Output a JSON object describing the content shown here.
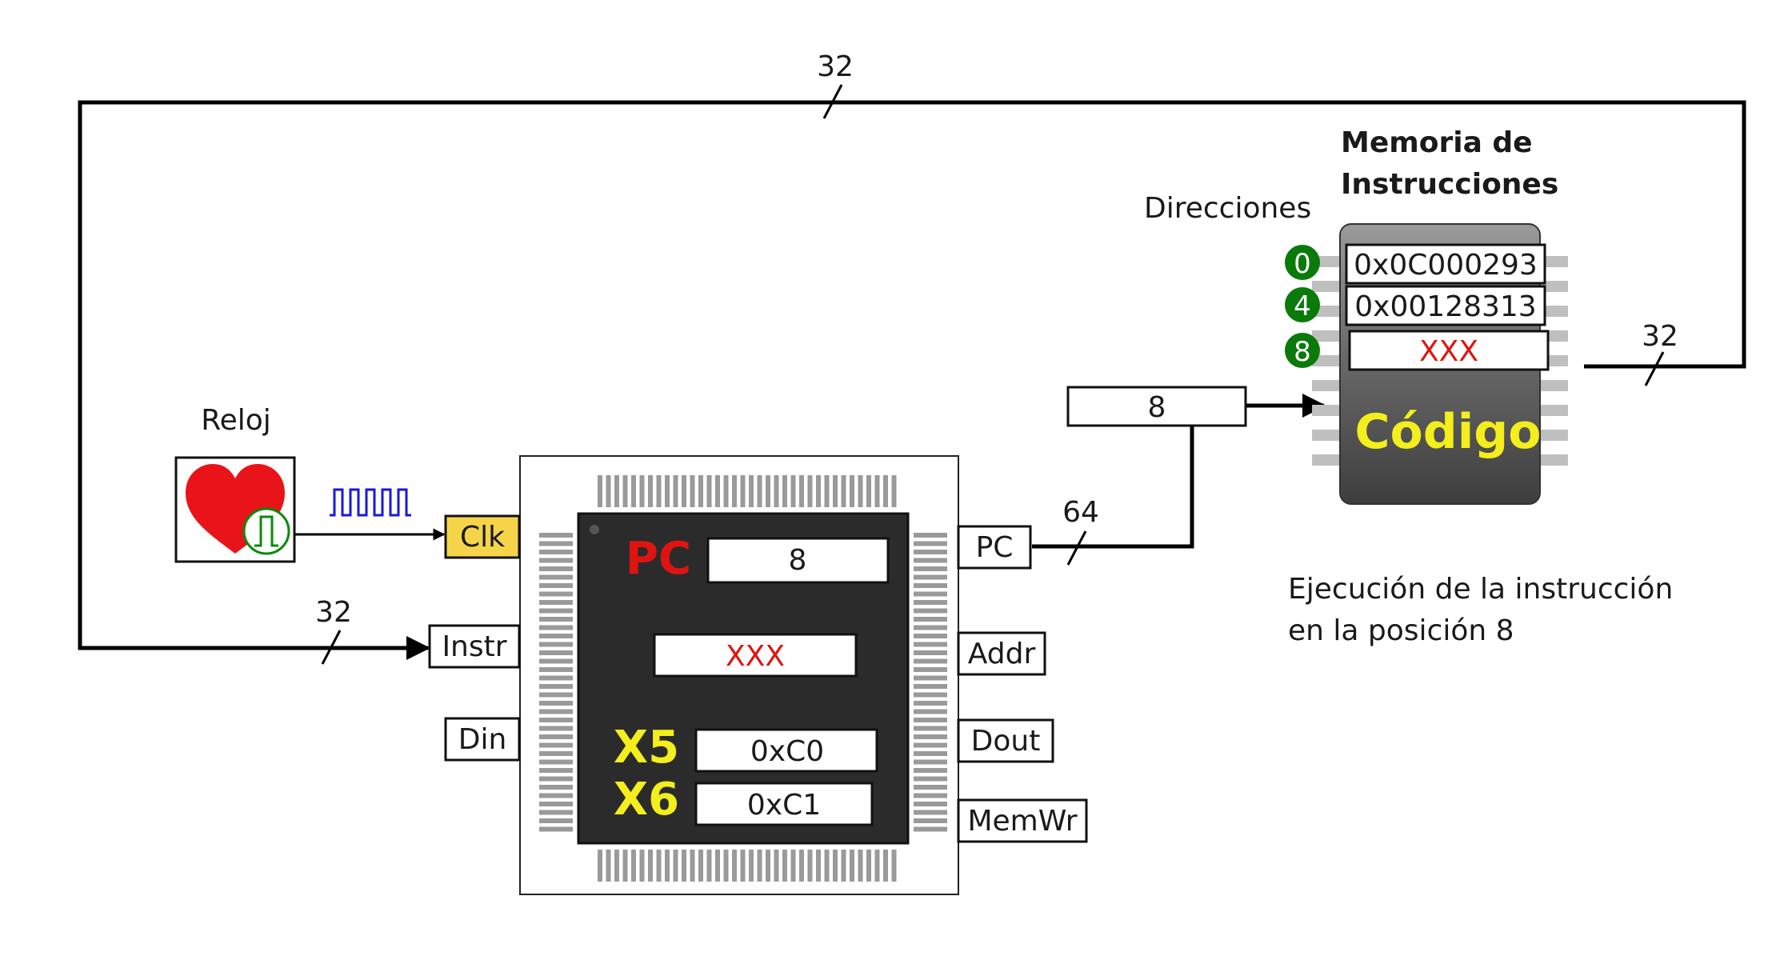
{
  "wire_widths": {
    "top_loop": "32",
    "memory_out": "32",
    "cpu_pc_out": "64",
    "instr_in": "32"
  },
  "clock": {
    "label": "Reloj",
    "port_label": "Clk"
  },
  "cpu": {
    "registers": {
      "pc": {
        "label": "PC",
        "value": "8"
      },
      "instr": {
        "value": "XXX"
      },
      "x5": {
        "label": "X5",
        "value": "0xC0"
      },
      "x6": {
        "label": "X6",
        "value": "0xC1"
      }
    },
    "ports_left": [
      "Instr",
      "Din"
    ],
    "ports_right": [
      "PC",
      "Addr",
      "Dout",
      "MemWr"
    ]
  },
  "address_bus": {
    "value": "8"
  },
  "memory": {
    "title_line1": "Memoria de",
    "title_line2": "Instrucciones",
    "addresses_label": "Direcciones",
    "chip_label": "Código",
    "rows": [
      {
        "address": "0",
        "content": "0x0C000293"
      },
      {
        "address": "4",
        "content": "0x00128313"
      },
      {
        "address": "8",
        "content": "XXX"
      }
    ]
  },
  "caption": {
    "line1": "Ejecución de la instrucción",
    "line2": "en la posición 8"
  },
  "colors": {
    "address_badge": "#0a7a0a",
    "register_label_red": "#e0140f",
    "register_label_yellow": "#f3ee1c",
    "undefined_value": "#e0140f",
    "clk_port": "#f6d44a",
    "clock_wave": "#1a1ad6",
    "heart": "#e8141a"
  }
}
